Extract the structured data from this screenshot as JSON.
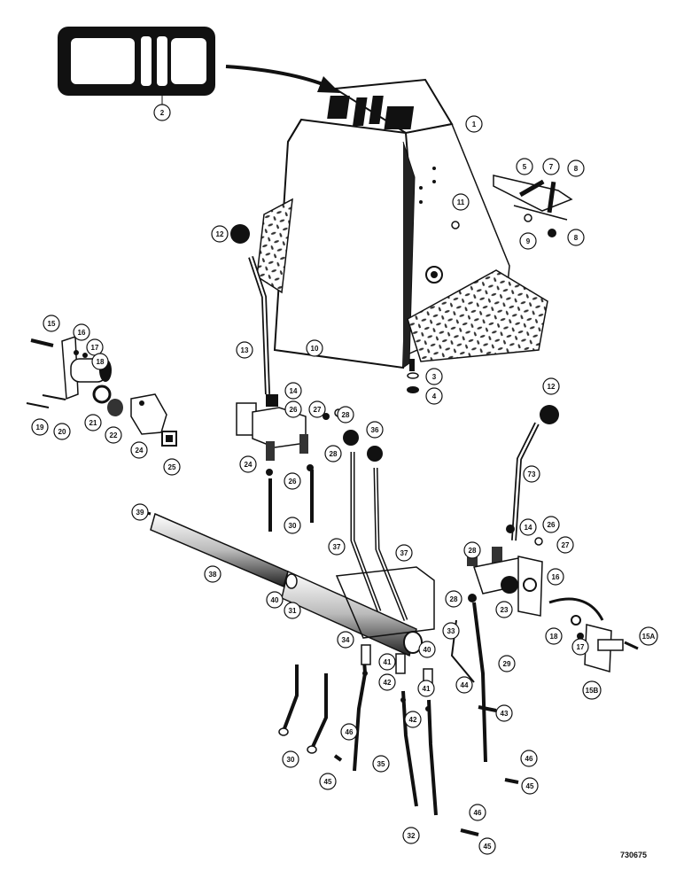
{
  "diagram": {
    "reference_number": "730675",
    "callouts": [
      "1",
      "2",
      "3",
      "4",
      "5",
      "7",
      "8",
      "8",
      "9",
      "10",
      "11",
      "12",
      "13",
      "14",
      "15",
      "16",
      "17",
      "18",
      "19",
      "20",
      "21",
      "22",
      "24",
      "25",
      "26",
      "27",
      "28",
      "24",
      "28",
      "26",
      "30",
      "12",
      "36",
      "73",
      "14",
      "26",
      "28",
      "27",
      "28",
      "16",
      "23",
      "39",
      "38",
      "40",
      "31",
      "37",
      "37",
      "34",
      "33",
      "29",
      "41",
      "40",
      "44",
      "42",
      "41",
      "42",
      "43",
      "46",
      "30",
      "45",
      "35",
      "46",
      "45",
      "46",
      "32",
      "45",
      "18",
      "17",
      "15A",
      "15B"
    ]
  }
}
